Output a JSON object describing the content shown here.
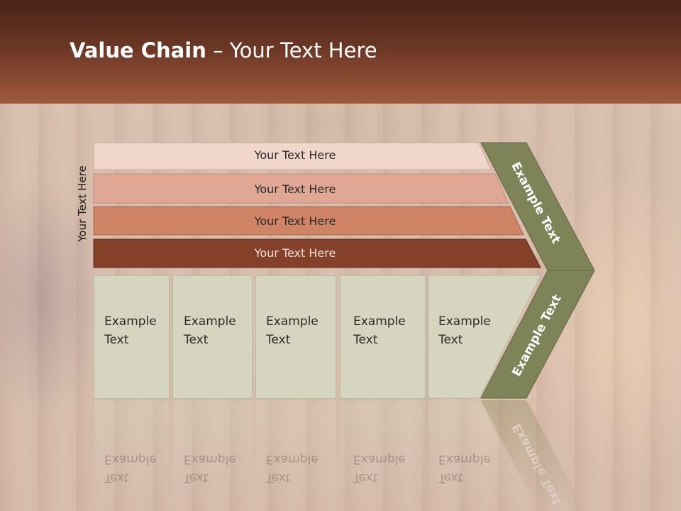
{
  "slide": {
    "title_bold": "Value Chain",
    "title_rest": " – Your Text Here",
    "vertical_label": "Your Text Here"
  },
  "bars": [
    {
      "label": "Your Text Here",
      "color": "#f1d6cc"
    },
    {
      "label": "Your Text Here",
      "color": "#e0a894"
    },
    {
      "label": "Your Text Here",
      "color": "#cf8466"
    },
    {
      "label": "Your Text Here",
      "color": "#85402a"
    }
  ],
  "boxes": [
    {
      "line1": "Example",
      "line2": "Text"
    },
    {
      "line1": "Example",
      "line2": "Text"
    },
    {
      "line1": "Example",
      "line2": "Text"
    },
    {
      "line1": "Example",
      "line2": "Text"
    },
    {
      "line1": "Example",
      "line2": "Text"
    }
  ],
  "chevron": {
    "upper_label": "Example Text",
    "lower_label": "Example Text",
    "color": "#7f8358"
  },
  "colors": {
    "header_dark": "#4a2418",
    "header_light": "#a05a3e",
    "box_fill": "#d6d6c0"
  }
}
